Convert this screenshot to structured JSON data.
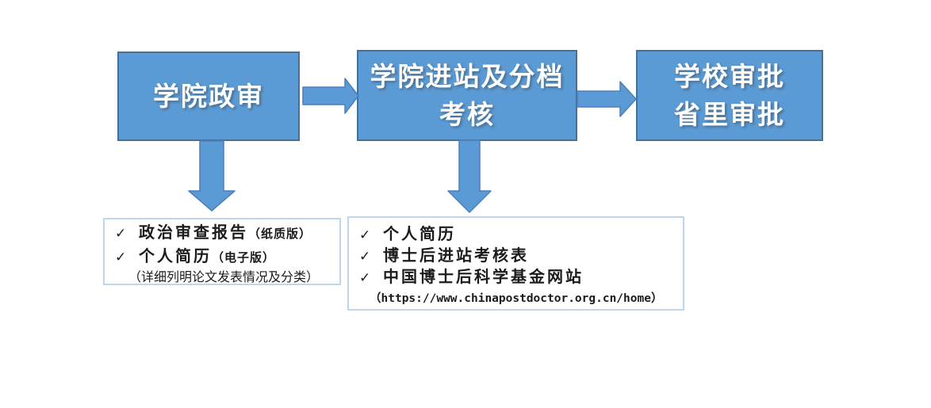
{
  "colors": {
    "background": "#FFFFFF",
    "node_fill": "#5B9BD5",
    "node_border": "#41719C",
    "node_text": "#FFFFFF",
    "arrow_fill": "#5B9BD5",
    "arrow_border": "#4A7EBB",
    "list_border": "#BDD7EE",
    "list_text": "#1B1B1B"
  },
  "icons": {
    "check": "✓"
  },
  "flow": {
    "node1": {
      "line1": "学院政审"
    },
    "node2": {
      "line1": "学院进站及分档",
      "line2": "考核"
    },
    "node3": {
      "line1": "学校审批",
      "line2": "省里审批"
    }
  },
  "checklist_left": {
    "item1": {
      "main": "政治审查报告",
      "note": "（纸质版）"
    },
    "item2": {
      "main": "个人简历",
      "note": "（电子版）"
    },
    "footnote": "（详细列明论文发表情况及分类）"
  },
  "checklist_right": {
    "item1": {
      "main": "个人简历"
    },
    "item2": {
      "main": "博士后进站考核表"
    },
    "item3": {
      "main": "中国博士后科学基金网站"
    },
    "footnote": "（https://www.chinapostdoctor.org.cn/home）"
  }
}
